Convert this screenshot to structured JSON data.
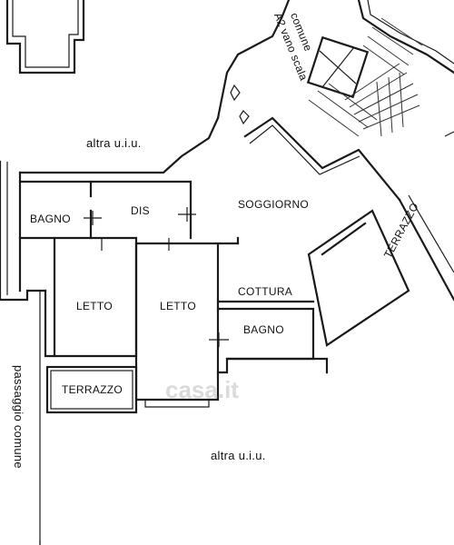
{
  "rooms": {
    "altra_top": "altra u.i.u.",
    "altra_bottom": "altra u.i.u.",
    "bagno_1": "BAGNO",
    "dis": "DIS",
    "soggiorno": "SOGGIORNO",
    "letto_1": "LETTO",
    "letto_2": "LETTO",
    "cottura": "COTTURA",
    "bagno_2": "BAGNO",
    "terrazzo_1": "TERRAZZO",
    "terrazzo_2": "TERRAZZO",
    "vano_scala": "A2 vano scala",
    "vano_scala_2": "comune",
    "passaggio": "passaggio comune"
  },
  "watermark": "casa.it"
}
